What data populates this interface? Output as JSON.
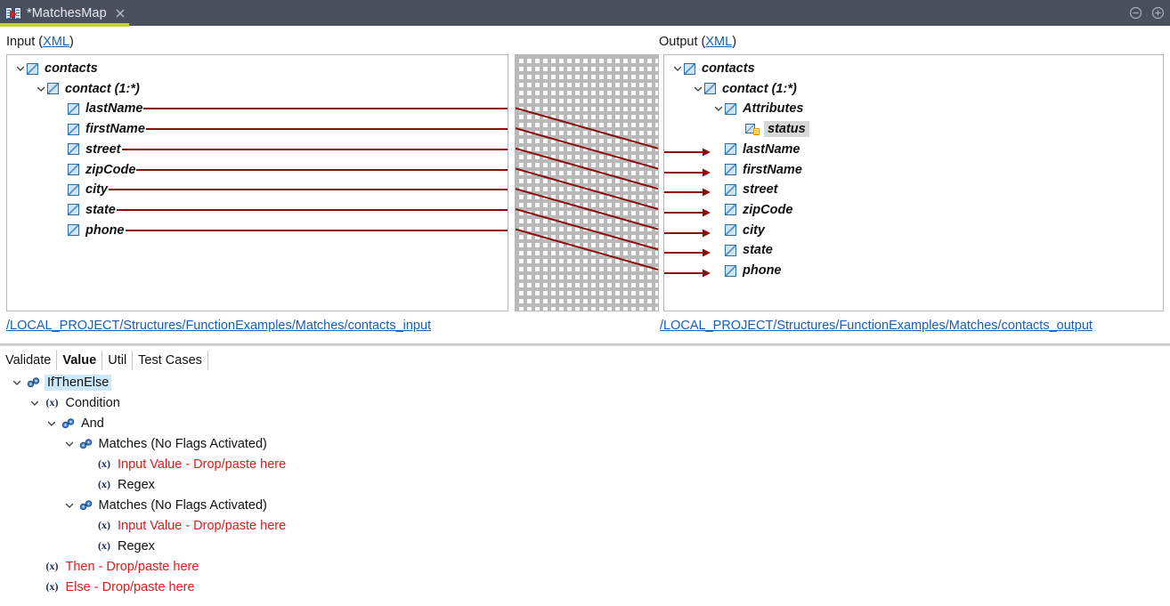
{
  "titlebar": {
    "tab_label": "*MatchesMap",
    "tab_icon": "map-document-icon",
    "close_icon": "close-icon",
    "minimize_icon": "minimize-icon",
    "maximize_icon": "maximize-icon",
    "bg_color": "#4a505e",
    "accent_color": "#c3d22e"
  },
  "input_section": {
    "label": "Input (",
    "link": "XML",
    "label_suffix": ")",
    "path": "/LOCAL_PROJECT/Structures/FunctionExamples/Matches/contacts_input",
    "nodes": [
      {
        "label": "contacts",
        "indent": 0,
        "twisty": "expanded",
        "icon": "element-icon"
      },
      {
        "label": "contact (1:*)",
        "indent": 1,
        "twisty": "expanded",
        "icon": "element-icon"
      },
      {
        "label": "lastName",
        "indent": 2,
        "twisty": "none",
        "icon": "element-icon"
      },
      {
        "label": "firstName",
        "indent": 2,
        "twisty": "none",
        "icon": "element-icon"
      },
      {
        "label": "street",
        "indent": 2,
        "twisty": "none",
        "icon": "element-icon"
      },
      {
        "label": "zipCode",
        "indent": 2,
        "twisty": "none",
        "icon": "element-icon"
      },
      {
        "label": "city",
        "indent": 2,
        "twisty": "none",
        "icon": "element-icon"
      },
      {
        "label": "state",
        "indent": 2,
        "twisty": "none",
        "icon": "element-icon"
      },
      {
        "label": "phone",
        "indent": 2,
        "twisty": "none",
        "icon": "element-icon"
      }
    ]
  },
  "output_section": {
    "label": "Output (",
    "link": "XML",
    "label_suffix": ")",
    "path": "/LOCAL_PROJECT/Structures/FunctionExamples/Matches/contacts_output",
    "nodes": [
      {
        "label": "contacts",
        "indent": 0,
        "twisty": "expanded",
        "icon": "element-icon",
        "selected": false,
        "arrow": false
      },
      {
        "label": "contact (1:*)",
        "indent": 1,
        "twisty": "expanded",
        "icon": "element-icon",
        "selected": false,
        "arrow": false
      },
      {
        "label": "Attributes",
        "indent": 2,
        "twisty": "expanded",
        "icon": "element-icon",
        "selected": false,
        "arrow": false
      },
      {
        "label": "status",
        "indent": 3,
        "twisty": "none",
        "icon": "attribute-icon",
        "selected": true,
        "arrow": false
      },
      {
        "label": "lastName",
        "indent": 2,
        "twisty": "none",
        "icon": "element-icon",
        "selected": false,
        "arrow": true
      },
      {
        "label": "firstName",
        "indent": 2,
        "twisty": "none",
        "icon": "element-icon",
        "selected": false,
        "arrow": true
      },
      {
        "label": "street",
        "indent": 2,
        "twisty": "none",
        "icon": "element-icon",
        "selected": false,
        "arrow": true
      },
      {
        "label": "zipCode",
        "indent": 2,
        "twisty": "none",
        "icon": "element-icon",
        "selected": false,
        "arrow": true
      },
      {
        "label": "city",
        "indent": 2,
        "twisty": "none",
        "icon": "element-icon",
        "selected": false,
        "arrow": true
      },
      {
        "label": "state",
        "indent": 2,
        "twisty": "none",
        "icon": "element-icon",
        "selected": false,
        "arrow": true
      },
      {
        "label": "phone",
        "indent": 2,
        "twisty": "none",
        "icon": "element-icon",
        "selected": false,
        "arrow": true
      }
    ]
  },
  "mapping": {
    "line_color": "#8b0d0d",
    "grid_color": "#b9b9b9",
    "links": [
      {
        "from": "lastName",
        "to": "lastName"
      },
      {
        "from": "firstName",
        "to": "firstName"
      },
      {
        "from": "street",
        "to": "street"
      },
      {
        "from": "zipCode",
        "to": "zipCode"
      },
      {
        "from": "city",
        "to": "city"
      },
      {
        "from": "state",
        "to": "state"
      },
      {
        "from": "phone",
        "to": "phone"
      }
    ]
  },
  "bottom": {
    "tabs": [
      {
        "label": "Validate",
        "active": false
      },
      {
        "label": "Value",
        "active": true
      },
      {
        "label": "Util",
        "active": false
      },
      {
        "label": "Test Cases",
        "active": false
      }
    ],
    "nodes": [
      {
        "label": "IfThenElse",
        "indent": 0,
        "twisty": "expanded",
        "icon": "function-icon",
        "red": false,
        "selected": true
      },
      {
        "label": "Condition",
        "indent": 1,
        "twisty": "expanded",
        "icon": "variable-icon",
        "red": false,
        "selected": false
      },
      {
        "label": "And",
        "indent": 2,
        "twisty": "expanded",
        "icon": "function-icon",
        "red": false,
        "selected": false
      },
      {
        "label": "Matches (No Flags Activated)",
        "indent": 3,
        "twisty": "expanded",
        "icon": "function-icon",
        "red": false,
        "selected": false
      },
      {
        "label": "Input Value - Drop/paste here",
        "indent": 4,
        "twisty": "none",
        "icon": "variable-icon",
        "red": true,
        "selected": false
      },
      {
        "label": "Regex",
        "indent": 4,
        "twisty": "none",
        "icon": "variable-icon",
        "red": false,
        "selected": false
      },
      {
        "label": "Matches (No Flags Activated)",
        "indent": 3,
        "twisty": "expanded",
        "icon": "function-icon",
        "red": false,
        "selected": false
      },
      {
        "label": "Input Value - Drop/paste here",
        "indent": 4,
        "twisty": "none",
        "icon": "variable-icon",
        "red": true,
        "selected": false
      },
      {
        "label": "Regex",
        "indent": 4,
        "twisty": "none",
        "icon": "variable-icon",
        "red": false,
        "selected": false
      },
      {
        "label": "Then - Drop/paste here",
        "indent": 1,
        "twisty": "none",
        "icon": "variable-icon",
        "red": true,
        "selected": false
      },
      {
        "label": "Else - Drop/paste here",
        "indent": 1,
        "twisty": "none",
        "icon": "variable-icon",
        "red": true,
        "selected": false
      }
    ]
  }
}
